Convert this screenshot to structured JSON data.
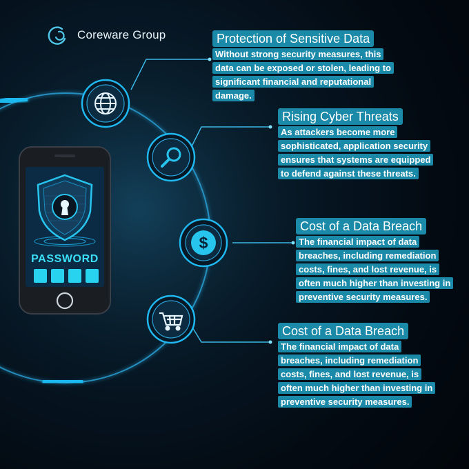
{
  "brand": {
    "name": "Coreware Group",
    "logo_icon": "c-swirl-logo-icon",
    "accent": "#4fc6e8"
  },
  "colors": {
    "card_bg": "#1a8aa8",
    "glow": "#1fb8f0",
    "ring": "#2aa3d8"
  },
  "phone": {
    "label": "PASSWORD",
    "pin_slots": 4,
    "icon": "shield-keyhole-icon"
  },
  "nodes": [
    {
      "icon": "globe-icon"
    },
    {
      "icon": "magnifier-icon"
    },
    {
      "icon": "dollar-icon"
    },
    {
      "icon": "shopping-cart-icon"
    }
  ],
  "cards": [
    {
      "title": "Protection of Sensitive Data",
      "lines": [
        "Without strong security measures, this",
        "data can be exposed or stolen, leading to",
        "significant financial and reputational",
        "damage."
      ]
    },
    {
      "title": "Rising Cyber Threats",
      "lines": [
        "As attackers become more",
        "sophisticated, application security",
        "ensures that systems are equipped",
        "to defend against these threats."
      ]
    },
    {
      "title": "Cost of a Data Breach",
      "lines": [
        "The financial impact of data",
        "breaches, including remediation",
        "costs, fines, and lost revenue, is",
        "often much higher than investing in",
        "preventive security measures."
      ]
    },
    {
      "title": "Cost of a Data Breach",
      "lines": [
        "The financial impact of data",
        "breaches, including remediation",
        "costs, fines, and lost revenue, is",
        "often much higher than investing in",
        "preventive security measures."
      ]
    }
  ]
}
